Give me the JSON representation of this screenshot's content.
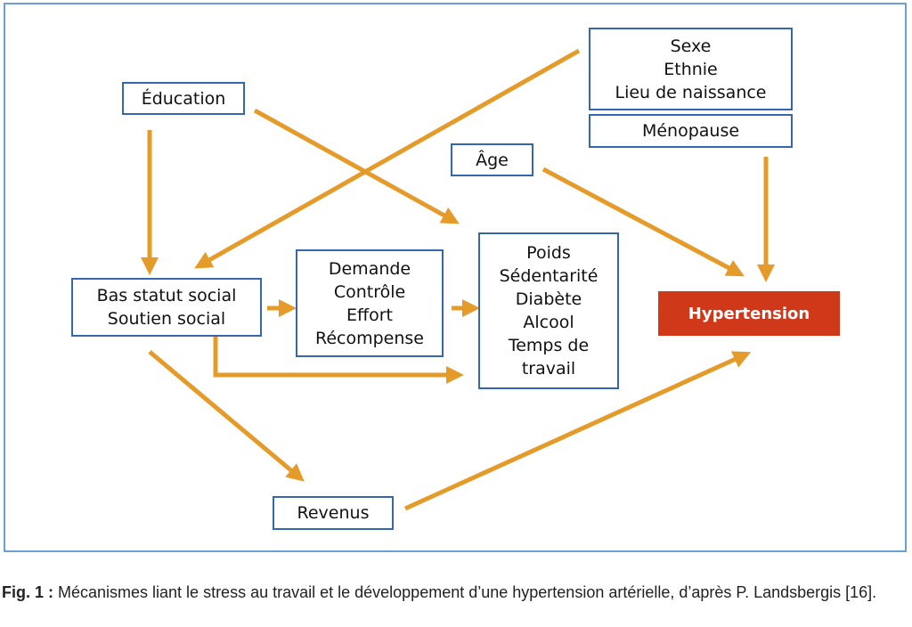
{
  "nodes": {
    "education": "Éducation",
    "sexe_ethnie": [
      "Sexe",
      "Ethnie",
      "Lieu de naissance"
    ],
    "menopause": "Ménopause",
    "age": "Âge",
    "bas_statut": [
      "Bas statut social",
      "Soutien social"
    ],
    "demande": [
      "Demande",
      "Contrôle",
      "Effort",
      "Récompense"
    ],
    "poids": [
      "Poids",
      "Sédentarité",
      "Diabète",
      "Alcool",
      "Temps de",
      "travail"
    ],
    "hypertension": "Hypertension",
    "revenus": "Revenus"
  },
  "caption": {
    "label": "Fig. 1 :",
    "text": " Mécanismes liant le stress au travail et le développement d’une hypertension artérielle, d’après P. Landsbergis [16]."
  },
  "colors": {
    "arrow": "#e59b2a",
    "box_border": "#3566b0",
    "hypertension_fill": "#d0381a",
    "frame": "#6aa0d8"
  }
}
